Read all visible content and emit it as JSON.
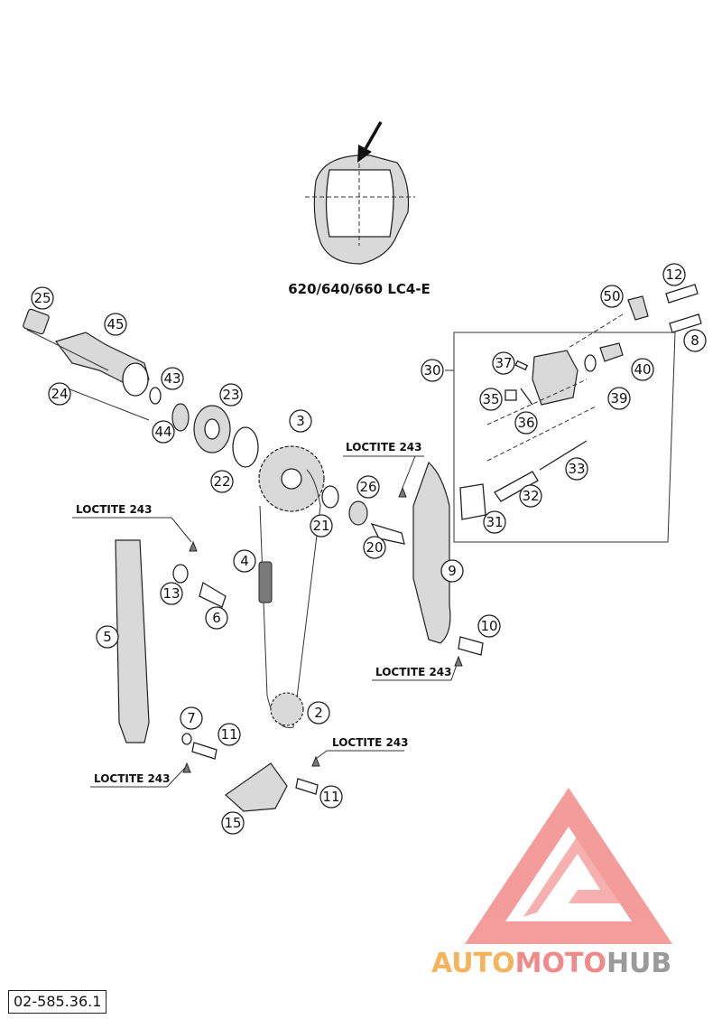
{
  "variant_label": "620/640/660 LC4-E",
  "loctite_labels": [
    "LOCTITE 243",
    "LOCTITE 243",
    "LOCTITE 243",
    "LOCTITE 243",
    "LOCTITE 243"
  ],
  "callouts": [
    "25",
    "45",
    "24",
    "43",
    "44",
    "23",
    "22",
    "3",
    "21",
    "26",
    "20",
    "4",
    "5",
    "13",
    "6",
    "7",
    "11",
    "11",
    "2",
    "15",
    "9",
    "10",
    "12",
    "50",
    "8",
    "30",
    "37",
    "35",
    "36",
    "39",
    "40",
    "33",
    "32",
    "31"
  ],
  "document_number": "02-585.36.1",
  "watermark": {
    "word_parts": [
      "AUTO",
      "MOTO",
      "HUB"
    ],
    "colors": {
      "auto": "#f5b35c",
      "moto": "#f08a8a",
      "hub": "#9a9a9a",
      "logo": "#f17b7b"
    }
  }
}
